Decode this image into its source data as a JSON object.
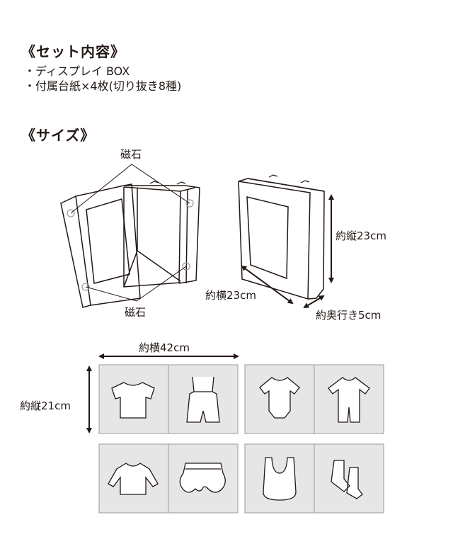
{
  "set_contents": {
    "heading": "《セット内容》",
    "items": [
      "・ディスプレイ BOX",
      "・付属台紙×4枚(切り抜き8種)"
    ]
  },
  "size": {
    "heading": "《サイズ》",
    "magnet_label_top": "磁石",
    "magnet_label_bottom": "磁石",
    "box_height": "約縦23cm",
    "box_width": "約横23cm",
    "box_depth": "約奥行き5cm",
    "sheet_width": "約横42cm",
    "sheet_height": "約縦21cm"
  },
  "cutouts": [
    "t-shirt",
    "overalls",
    "bodysuit",
    "romper",
    "long-sleeve-shirt",
    "bloomers",
    "bib",
    "socks"
  ],
  "colors": {
    "line": "#231815",
    "panel": "#e6e6e6",
    "panel_border": "#9a9a9a"
  }
}
